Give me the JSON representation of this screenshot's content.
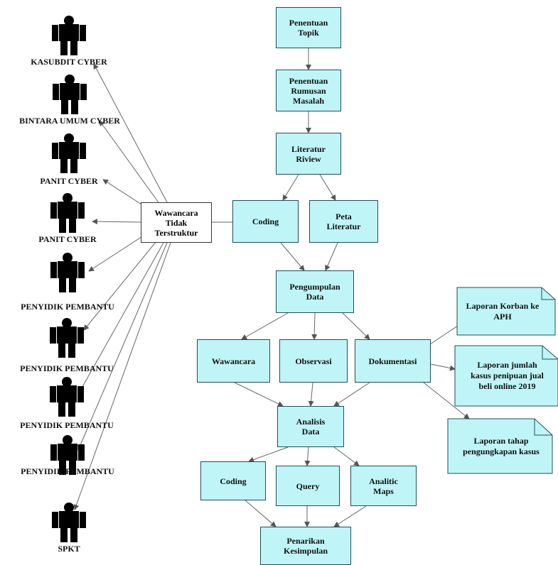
{
  "flow": {
    "topik": "Penentuan\nTopik",
    "rumusan": "Penentuan\nRumusan\nMasalah",
    "literatur_riview": "Literatur\nRiview",
    "coding1": "Coding",
    "peta_literatur": "Peta\nLiteratur",
    "pengumpulan": "Pengumpulan\nData",
    "wawancara": "Wawancara",
    "observasi": "Observasi",
    "dokumentasi": "Dokumentasi",
    "analisis": "Analisis\nData",
    "coding2": "Coding",
    "query": "Query",
    "analitic": "Analitic\nMaps",
    "penarikan": "Penarikan\nKesimpulan"
  },
  "documents": {
    "doc1": "Laporan Korban ke\nAPH",
    "doc2": "Laporan jumlah\nkasus penipuan jual\nbeli online 2019",
    "doc3": "Laporan tahap\npengungkapan kasus"
  },
  "interview": "Wawancara\nTidak\nTerstruktur",
  "persons": [
    {
      "label": "KASUBDIT CYBER",
      "icon": "person-icon"
    },
    {
      "label": "BINTARA UMUM CYBER",
      "icon": "person-icon"
    },
    {
      "label": "PANIT CYBER",
      "icon": "person-icon"
    },
    {
      "label": "PANIT CYBER",
      "icon": "person-icon"
    },
    {
      "label": "PENYIDIK PEMBANTU",
      "icon": "person-icon"
    },
    {
      "label": "PENYIDIK PEMBANTU",
      "icon": "person-icon"
    },
    {
      "label": "PENYIDIK PEMBANTU",
      "icon": "person-icon"
    },
    {
      "label": "PENYIDIK PEMBANTU",
      "icon": "person-icon"
    },
    {
      "label": "SPKT",
      "icon": "person-icon"
    }
  ],
  "colors": {
    "box_fill": "#bff5f7",
    "box_border": "#1f4f55",
    "person": "#000000",
    "arrow": "#555555"
  }
}
